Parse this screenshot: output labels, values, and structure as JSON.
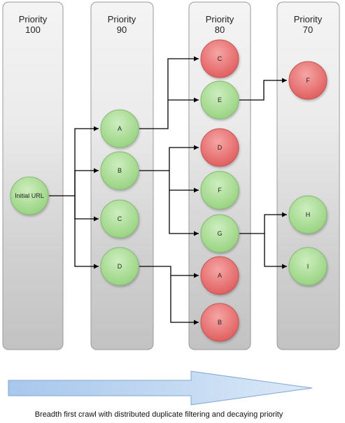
{
  "columns": [
    {
      "id": "p100",
      "line1": "Priority",
      "line2": "100"
    },
    {
      "id": "p90",
      "line1": "Priority",
      "line2": "90"
    },
    {
      "id": "p80",
      "line1": "Priority",
      "line2": "80"
    },
    {
      "id": "p70",
      "line1": "Priority",
      "line2": "70"
    }
  ],
  "nodes": [
    {
      "id": "initial",
      "label": "Initial URL",
      "status": "new"
    },
    {
      "id": "a90",
      "label": "A",
      "status": "new"
    },
    {
      "id": "b90",
      "label": "B",
      "status": "new"
    },
    {
      "id": "c90",
      "label": "C",
      "status": "new"
    },
    {
      "id": "d90",
      "label": "D",
      "status": "new"
    },
    {
      "id": "c80",
      "label": "C",
      "status": "duplicate"
    },
    {
      "id": "e80",
      "label": "E",
      "status": "new"
    },
    {
      "id": "d80",
      "label": "D",
      "status": "duplicate"
    },
    {
      "id": "f80",
      "label": "F",
      "status": "new"
    },
    {
      "id": "g80",
      "label": "G",
      "status": "new"
    },
    {
      "id": "a80",
      "label": "A",
      "status": "duplicate"
    },
    {
      "id": "b80",
      "label": "B",
      "status": "duplicate"
    },
    {
      "id": "f70",
      "label": "F",
      "status": "duplicate"
    },
    {
      "id": "h70",
      "label": "H",
      "status": "new"
    },
    {
      "id": "i70",
      "label": "I",
      "status": "new"
    }
  ],
  "colors": {
    "new_fill": "#a8dc94",
    "new_stroke": "#86b873",
    "duplicate_fill": "#e86e6e",
    "duplicate_stroke": "#c45555",
    "column_fill": "#cfcfcf",
    "arrow_fill": "#aecdef",
    "line": "#000000"
  },
  "caption": "Breadth first crawl with distributed duplicate filtering and decaying priority"
}
